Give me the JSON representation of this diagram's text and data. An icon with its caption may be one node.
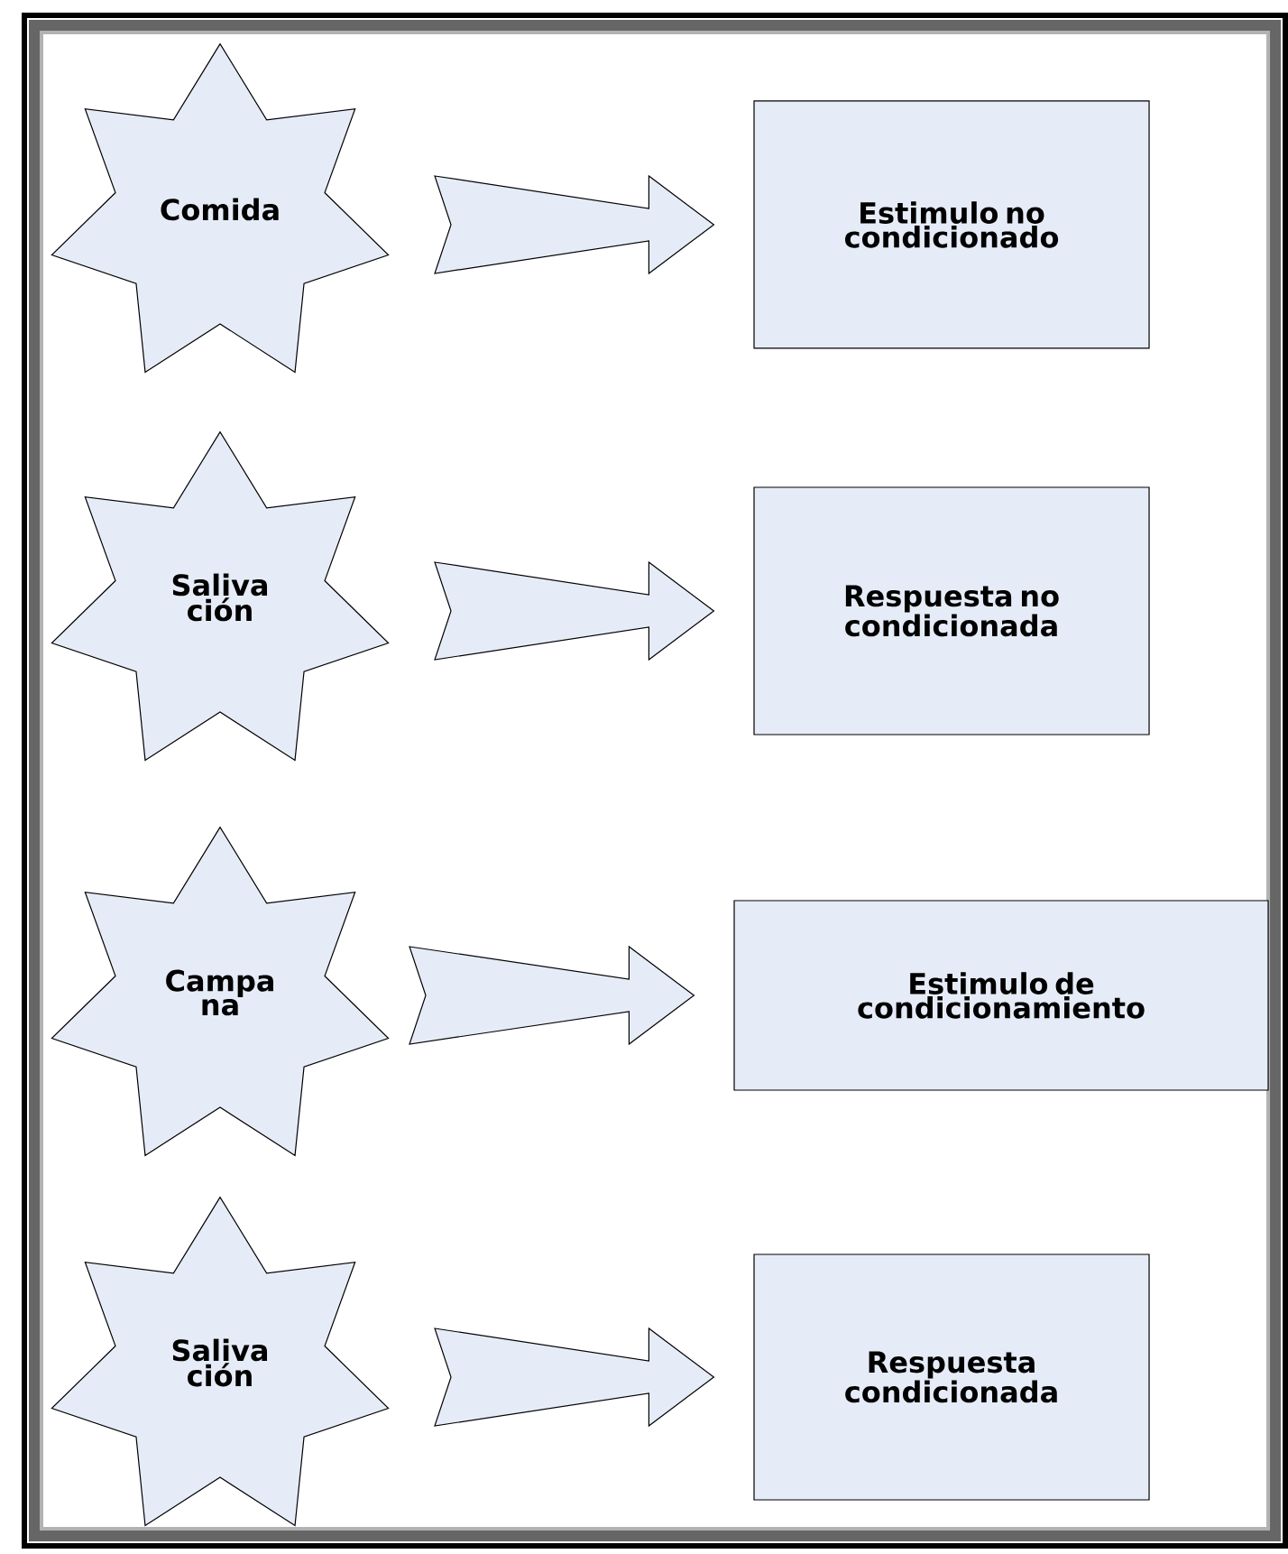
{
  "diagram": {
    "nodes": [
      {
        "text": [
          "Comida"
        ]
      },
      {
        "text": [
          "Estimulo no condicionado"
        ]
      },
      {
        "text": [
          "Saliva ción"
        ]
      },
      {
        "text": [
          "Respuesta no condicionada"
        ]
      },
      {
        "text": [
          "Campa na"
        ]
      },
      {
        "text": [
          "Estimulo de condicionamiento"
        ]
      },
      {
        "text": [
          "Saliva ción"
        ]
      },
      {
        "text": [
          "Respuesta condicionada"
        ]
      }
    ],
    "edges": [
      {
        "from": 0,
        "to": 1,
        "arrow": "to"
      },
      {
        "from": 2,
        "to": 3,
        "arrow": "to"
      },
      {
        "from": 4,
        "to": 5,
        "arrow": "to"
      },
      {
        "from": 6,
        "to": 7,
        "arrow": "to"
      }
    ]
  }
}
